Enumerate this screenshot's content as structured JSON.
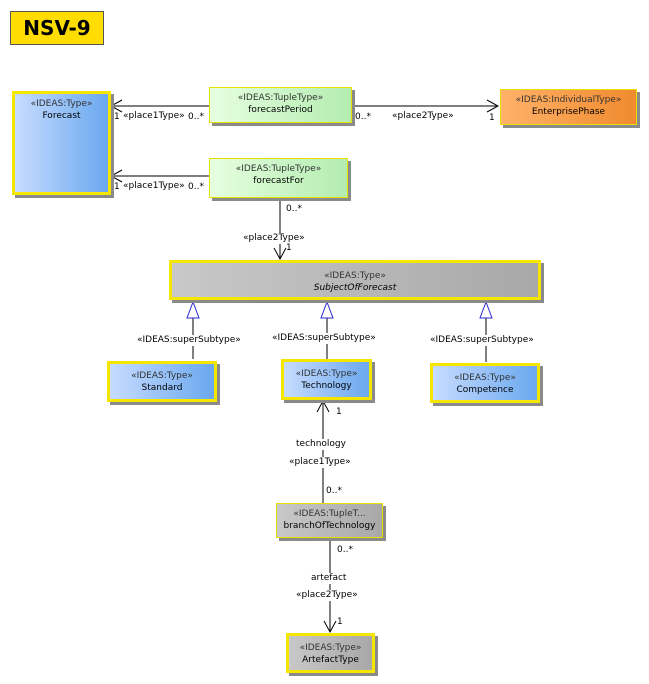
{
  "diagram": {
    "title": "NSV-9",
    "nodes": {
      "forecast": {
        "stereotype": "«IDEAS:Type»",
        "name": "Forecast"
      },
      "forecastPeriod": {
        "stereotype": "«IDEAS:TupleType»",
        "name": "forecastPeriod"
      },
      "enterprisePhase": {
        "stereotype": "«IDEAS:IndividualType»",
        "name": "EnterprisePhase"
      },
      "forecastFor": {
        "stereotype": "«IDEAS:TupleType»",
        "name": "forecastFor"
      },
      "subjectOfForecast": {
        "stereotype": "«IDEAS:Type»",
        "name": "SubjectOfForecast"
      },
      "standard": {
        "stereotype": "«IDEAS:Type»",
        "name": "Standard"
      },
      "technology": {
        "stereotype": "«IDEAS:Type»",
        "name": "Technology"
      },
      "competence": {
        "stereotype": "«IDEAS:Type»",
        "name": "Competence"
      },
      "branchOfTechnology": {
        "stereotype": "«IDEAS:TupleT...",
        "name": "branchOfTechnology"
      },
      "artefactType": {
        "stereotype": "«IDEAS:Type»",
        "name": "ArtefactType"
      }
    },
    "labels": {
      "fp_place1_mult_one": "1",
      "fp_place1": "«place1Type»",
      "fp_place1_mult_many": "0..*",
      "fp_place2_mult_many": "0..*",
      "fp_place2": "«place2Type»",
      "fp_place2_mult_one": "1",
      "ff_place1_mult_one": "1",
      "ff_place1": "«place1Type»",
      "ff_place1_mult_many": "0..*",
      "ff_place2_mult_many": "0..*",
      "ff_place2": "«place2Type»",
      "ff_place2_mult_one": "1",
      "ss_standard": "«IDEAS:superSubtype»",
      "ss_technology": "«IDEAS:superSubtype»",
      "ss_competence": "«IDEAS:superSubtype»",
      "bt_tech_mult_one": "1",
      "bt_tech_role": "technology",
      "bt_place1": "«place1Type»",
      "bt_tech_mult_many": "0..*",
      "bt_art_mult_many": "0..*",
      "bt_art_role": "artefact",
      "bt_place2": "«place2Type»",
      "bt_art_mult_one": "1"
    }
  }
}
